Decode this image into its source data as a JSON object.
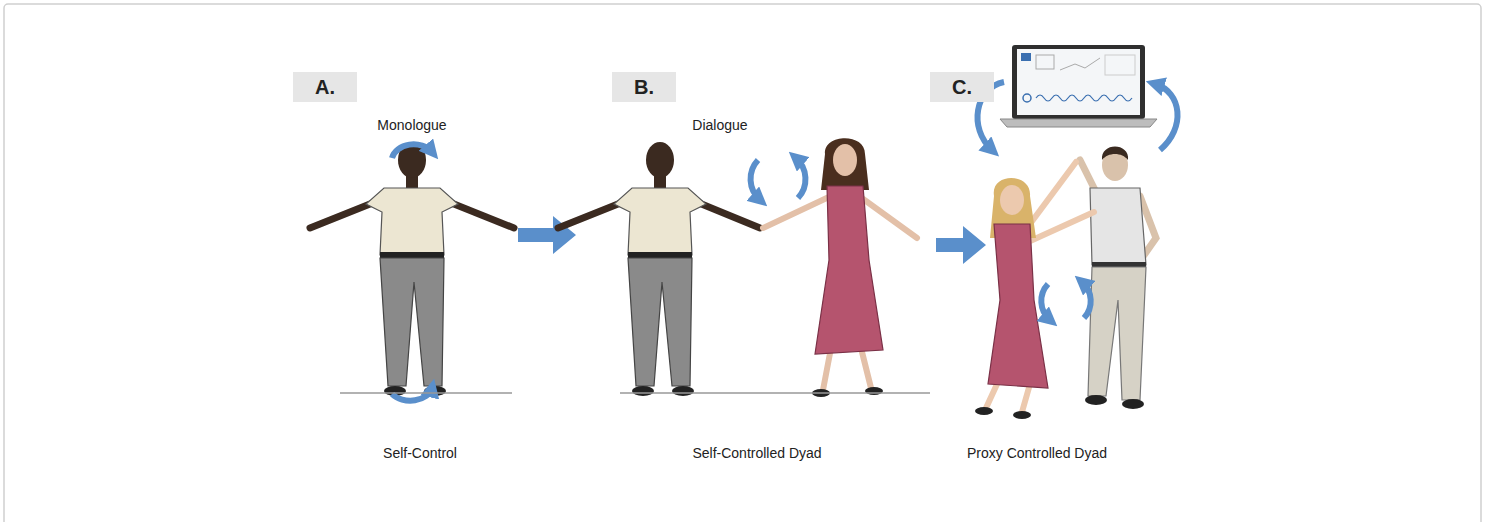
{
  "diagram": {
    "nodes": [
      {
        "text": [
          "A."
        ]
      },
      {
        "text": [
          "B."
        ]
      },
      {
        "text": [
          "C."
        ]
      }
    ],
    "labels": [
      "Monologue",
      "Self-Control",
      "Dialogue",
      "Self-Controlled Dyad",
      "Proxy Controlled Dyad"
    ]
  }
}
